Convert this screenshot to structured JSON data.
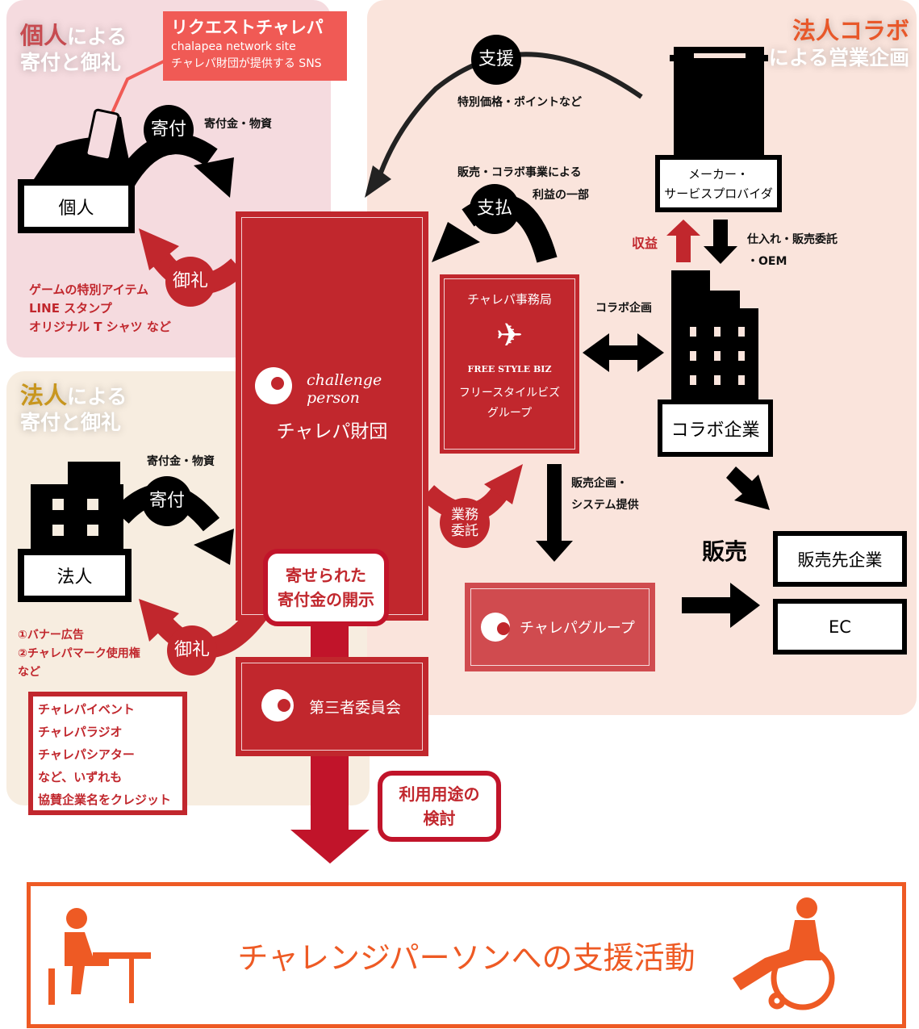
{
  "sections": {
    "individual": {
      "heading_accent": "個人",
      "heading_rest": "による",
      "heading_line2": "寄付と御礼"
    },
    "corporate": {
      "heading_accent": "法人",
      "heading_rest": "による",
      "heading_line2": "寄付と御礼"
    },
    "collab": {
      "heading_line1": "法人コラボ",
      "heading_line2": "による営業企画"
    }
  },
  "request_box": {
    "title": "リクエストチャレパ",
    "line1": "chalapea network site",
    "line2": "チャレパ財団が提供する SNS"
  },
  "individual": {
    "label": "個人",
    "donate": "寄付",
    "donate_items": "寄付金・物資",
    "thanks": "御礼",
    "rewards": [
      "ゲームの特別アイテム",
      "LINE スタンプ",
      "オリジナル T シャツ など"
    ]
  },
  "corporate": {
    "label": "法人",
    "donate": "寄付",
    "donate_items": "寄付金・物資",
    "thanks": "御礼",
    "rewards": [
      "①バナー広告",
      "②チャレパマーク使用権",
      "など"
    ],
    "credit_list": [
      "チャレパイベント",
      "チャレパラジオ",
      "チャレパシアター",
      "など、いずれも",
      "協賛企業名をクレジット"
    ]
  },
  "foundation": {
    "logo_text": "challenge person",
    "name": "チャレパ財団",
    "disclosure": [
      "寄せられた",
      "寄付金の開示"
    ]
  },
  "committee": {
    "name": "第三者委員会"
  },
  "usage_review": [
    "利用用途の",
    "検討"
  ],
  "collab": {
    "support": "支援",
    "support_note": "特別価格・ポイントなど",
    "payment": "支払",
    "payment_note1": "販売・コラボ事業による",
    "payment_note2": "利益の一部",
    "maker": [
      "メーカー・",
      "サービスプロバイダ"
    ],
    "revenue": "収益",
    "supply_note1": "仕入れ・販売委託",
    "supply_note2": "・OEM",
    "collab_company": "コラボ企業",
    "collab_plan": "コラボ企画",
    "office": {
      "title": "チャレパ事務局",
      "brand": "FREE STYLE BIZ",
      "name1": "フリースタイルビズ",
      "name2": "グループ"
    },
    "outsource": [
      "業務",
      "委託"
    ],
    "sales_plan1": "販売企画・",
    "sales_plan2": "システム提供",
    "group": "チャレパグループ",
    "sales": "販売",
    "customer": "販売先企業",
    "ec": "EC"
  },
  "bottom": {
    "title": "チャレンジパーソンへの支援活動"
  },
  "colors": {
    "red": "#c1272d",
    "orange": "#ee5a24",
    "pink": "#f5dbdf",
    "beige": "#f7ede0",
    "peach": "#fae4dc"
  }
}
